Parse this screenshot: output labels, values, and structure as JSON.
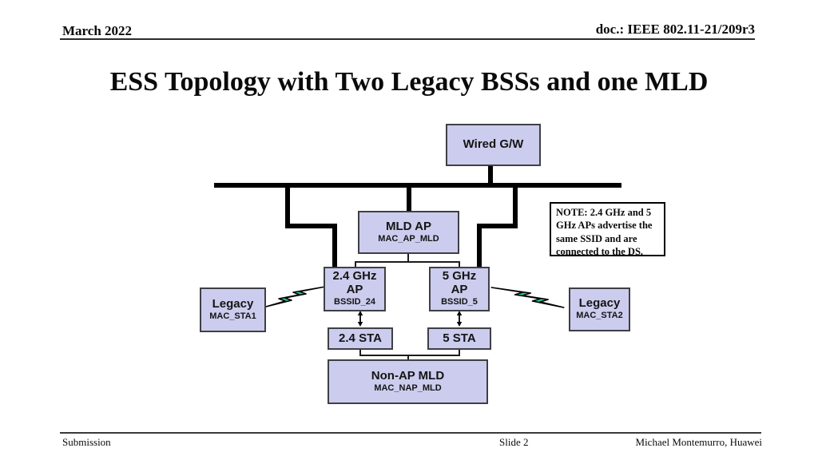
{
  "header": {
    "date": "March 2022",
    "doc_id": "doc.: IEEE 802.11-21/209r3"
  },
  "slide": {
    "title": "ESS Topology with Two Legacy BSSs and one MLD"
  },
  "diagram": {
    "wired_gw": {
      "label": "Wired G/W"
    },
    "mld_ap": {
      "label": "MLD AP",
      "sub": "MAC_AP_MLD"
    },
    "ap_24": {
      "label": "2.4 GHz\nAP",
      "sub": "BSSID_24"
    },
    "ap_5": {
      "label": "5 GHz\nAP",
      "sub": "BSSID_5"
    },
    "legacy_sta1": {
      "label": "Legacy",
      "sub": "MAC_STA1"
    },
    "legacy_sta2": {
      "label": "Legacy",
      "sub": "MAC_STA2"
    },
    "sta_24": {
      "label": "2.4 STA"
    },
    "sta_5": {
      "label": "5 STA"
    },
    "non_ap_mld": {
      "label": "Non-AP MLD",
      "sub": "MAC_NAP_MLD"
    },
    "note": "NOTE: 2.4 GHz and 5\nGHz APs advertise the\nsame SSID and are\nconnected to the DS.",
    "colors": {
      "node_fill": "#ccccee",
      "node_border": "#3f3f46",
      "bolt_green": "#2bc98e",
      "line_black": "#000000"
    }
  },
  "footer": {
    "left": "Submission",
    "center": "Slide 2",
    "right": "Michael Montemurro, Huawei"
  }
}
